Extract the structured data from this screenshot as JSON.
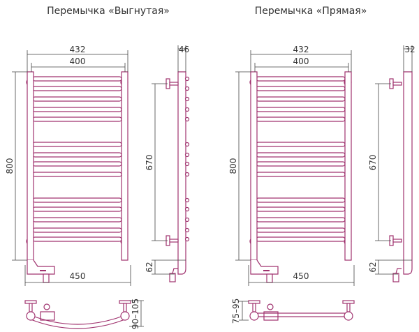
{
  "colors": {
    "line": "#a0336f",
    "fill": "#ffffff",
    "dimension": "#444444"
  },
  "variants": [
    {
      "title": "Перемычка «Выгнутая»",
      "type": "curved",
      "dims": {
        "overall_width": "432",
        "bar_width": "400",
        "height": "800",
        "base_width": "450",
        "depth": "46",
        "mount_spacing": "670",
        "bottom_offset": "62",
        "wall_distance": "90–105"
      }
    },
    {
      "title": "Перемычка «Прямая»",
      "type": "straight",
      "dims": {
        "overall_width": "432",
        "bar_width": "400",
        "height": "800",
        "base_width": "450",
        "depth": "32",
        "mount_spacing": "670",
        "bottom_offset": "62",
        "wall_distance": "75–95"
      }
    }
  ]
}
